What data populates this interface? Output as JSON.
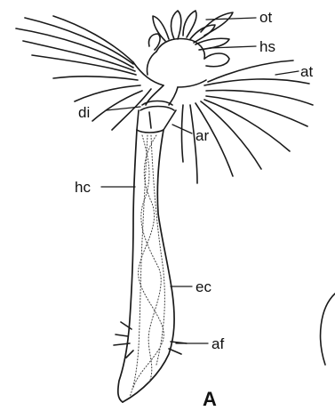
{
  "figure": {
    "panel_label": "A",
    "labels": {
      "ot": "ot",
      "hs": "hs",
      "at": "at",
      "di": "di",
      "ar": "ar",
      "hc": "hc",
      "ec": "ec",
      "af": "af"
    }
  }
}
